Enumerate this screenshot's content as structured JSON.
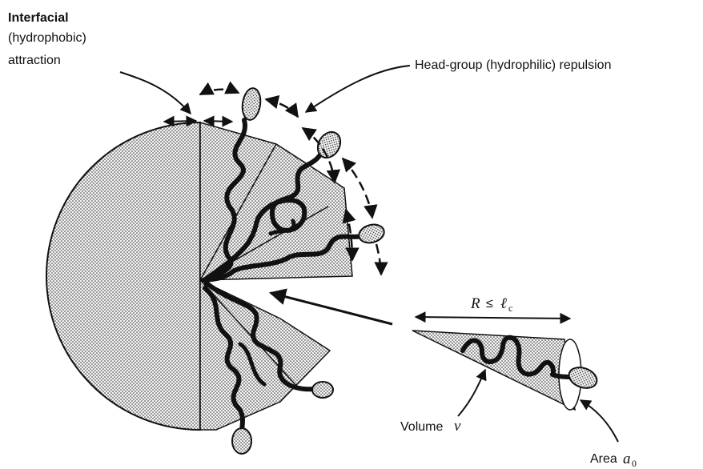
{
  "labels": {
    "interfacial_line1": "Interfacial",
    "interfacial_line2": "(hydrophobic)",
    "interfacial_line3": "attraction",
    "headgroup": "Head-group (hydrophilic) repulsion",
    "radius_R": "R",
    "radius_le": "≤",
    "radius_l": "ℓ",
    "radius_sub": "c",
    "volume_prefix": "Volume ",
    "volume_symbol": "v",
    "area_prefix": "Area ",
    "area_symbol": "a",
    "area_sub": "0"
  }
}
